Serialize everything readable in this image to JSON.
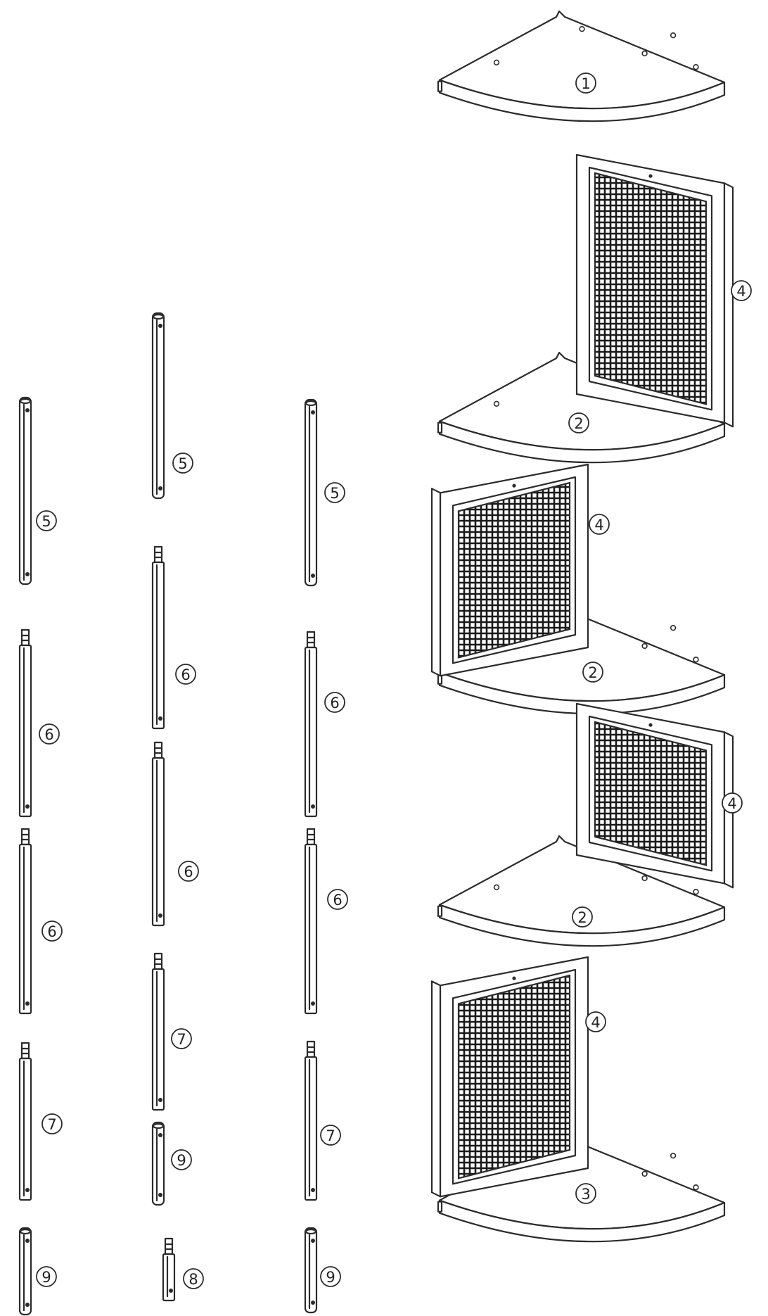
{
  "diagram": {
    "parts": [
      {
        "id": "shelf-top",
        "number": "1"
      },
      {
        "id": "shelf-middle-a",
        "number": "2"
      },
      {
        "id": "shelf-middle-b",
        "number": "2"
      },
      {
        "id": "shelf-middle-c",
        "number": "2"
      },
      {
        "id": "shelf-bottom",
        "number": "3"
      },
      {
        "id": "mesh-panel-a",
        "number": "4"
      },
      {
        "id": "mesh-panel-b",
        "number": "4"
      },
      {
        "id": "mesh-panel-c",
        "number": "4"
      },
      {
        "id": "mesh-panel-d",
        "number": "4"
      },
      {
        "id": "pole-left-1",
        "number": "5"
      },
      {
        "id": "pole-left-2",
        "number": "6"
      },
      {
        "id": "pole-left-3",
        "number": "6"
      },
      {
        "id": "pole-left-4",
        "number": "7"
      },
      {
        "id": "pole-left-5",
        "number": "9"
      },
      {
        "id": "pole-center-1",
        "number": "5"
      },
      {
        "id": "pole-center-2",
        "number": "6"
      },
      {
        "id": "pole-center-3",
        "number": "6"
      },
      {
        "id": "pole-center-4",
        "number": "7"
      },
      {
        "id": "pole-center-5",
        "number": "9"
      },
      {
        "id": "pole-center-6",
        "number": "8"
      },
      {
        "id": "pole-right-1",
        "number": "5"
      },
      {
        "id": "pole-right-2",
        "number": "6"
      },
      {
        "id": "pole-right-3",
        "number": "6"
      },
      {
        "id": "pole-right-4",
        "number": "7"
      },
      {
        "id": "pole-right-5",
        "number": "9"
      }
    ]
  }
}
